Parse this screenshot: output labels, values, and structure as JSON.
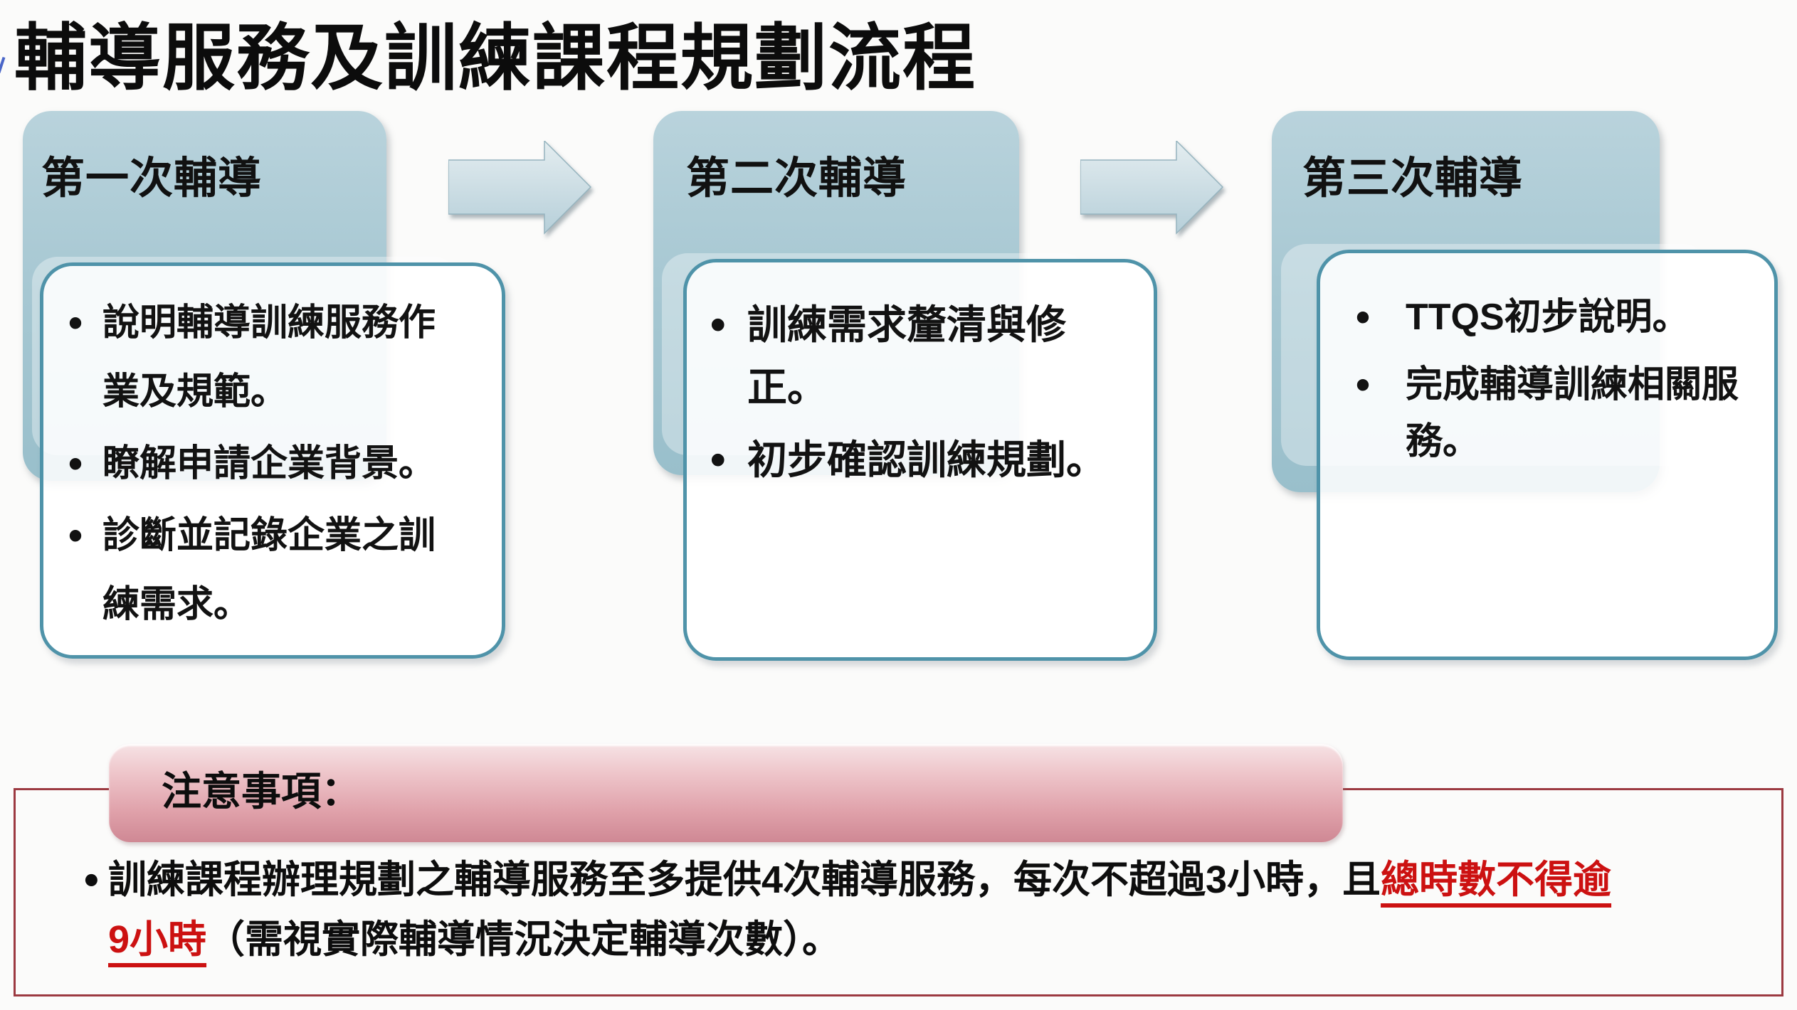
{
  "title": "輔導服務及訓練課程規劃流程",
  "steps": [
    {
      "header": "第一次輔導",
      "bullets": [
        "說明輔導訓練服務作業及規範。",
        "瞭解申請企業背景。",
        "診斷並記錄企業之訓練需求。"
      ]
    },
    {
      "header": "第二次輔導",
      "bullets": [
        "訓練需求釐清與修正。",
        "初步確認訓練規劃。"
      ]
    },
    {
      "header": "第三次輔導",
      "bullets": [
        "TTQS初步說明。",
        "完成輔導訓練相關服務。"
      ]
    }
  ],
  "notes": {
    "header": "注意事項：",
    "line1_black": "訓練課程辦理規劃之輔導服務至多提供4次輔導服務，每次不超過3小時，且",
    "line1_red": "總時數不得逾",
    "line2_red": "9小時",
    "line2_black": "（需視實際輔導情況決定輔導次數）。"
  },
  "colors": {
    "teal_fill": "#a6c7d2",
    "teal_border": "#4f93a9",
    "pink_fill": "#dfa0a9",
    "note_border": "#9c3a41",
    "red_accent": "#cc1111"
  }
}
